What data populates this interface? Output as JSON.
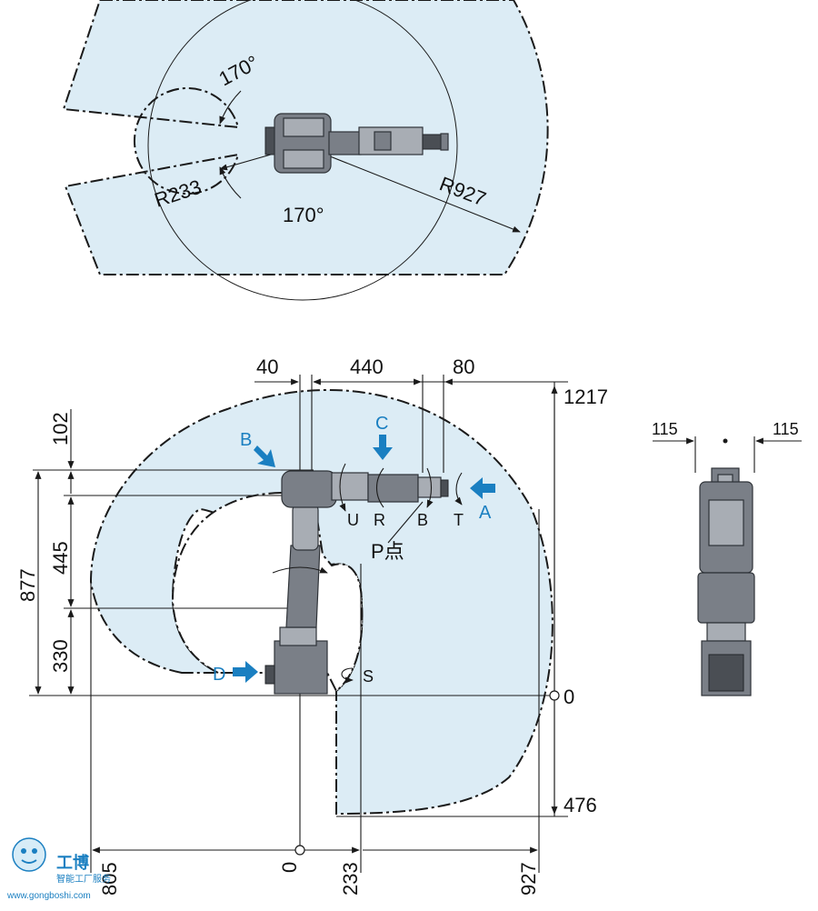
{
  "top_view": {
    "angle_top": "170°",
    "angle_bottom": "170°",
    "inner_radius": "R233",
    "outer_radius": "R927"
  },
  "side_view": {
    "view_labels": [
      "B",
      "C",
      "A",
      "D"
    ],
    "axis_labels": [
      "U",
      "R",
      "B",
      "T",
      "S"
    ],
    "point_label": "P点",
    "top_dims": [
      "40",
      "440",
      "80"
    ],
    "left_dims": [
      "102",
      "445",
      "330",
      "877"
    ],
    "right_dims": [
      "1217",
      "0",
      "476"
    ],
    "bottom_dims": [
      "805",
      "0",
      "233",
      "927"
    ]
  },
  "front_view": {
    "dims": [
      "115",
      "115"
    ]
  },
  "watermark": {
    "brand": "工博",
    "slogan": "智能工厂服务",
    "url": "www.gongboshi.com"
  },
  "colors": {
    "envelope_fill": "#dcecf5",
    "accent_blue": "#1a7fc1",
    "robot_gray": "#7a7f87"
  }
}
